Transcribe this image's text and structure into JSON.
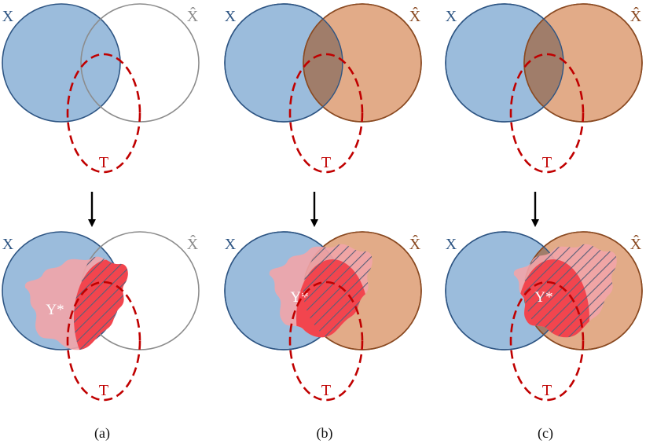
{
  "labels": {
    "x": "X",
    "xhat": "X̂",
    "t": "T",
    "y": "Y*"
  },
  "panels": [
    {
      "caption": "(a)",
      "xhat_filled": false
    },
    {
      "caption": "(b)",
      "xhat_filled": true
    },
    {
      "caption": "(c)",
      "xhat_filled": true
    }
  ],
  "colors": {
    "x_fill": "#9bbcdc",
    "x_stroke": "#2e5583",
    "x_label": "#2e5583",
    "xhat_fill": "#e2ab88",
    "xhat_stroke": "#8a4a22",
    "xhat_label": "#8a4a22",
    "xhat_empty_stroke": "#8c8c8c",
    "xhat_empty_label": "#8c8c8c",
    "t_stroke": "#c00000",
    "t_label": "#c00000",
    "y_light": "#f2a4a8",
    "y_dark": "#f2454e",
    "hatch": "#5a5f78",
    "arrow": "#000000"
  }
}
